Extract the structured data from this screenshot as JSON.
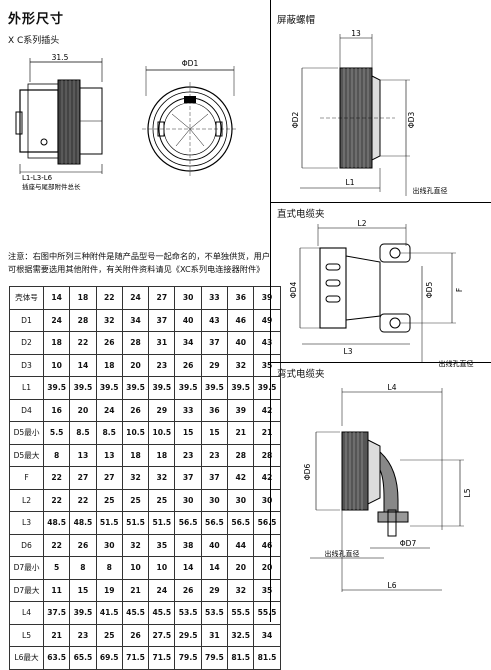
{
  "page_title": "外形尺寸",
  "subtitle": "X C系列插头",
  "front_dims": {
    "width": "31.5",
    "caption_code": "L1-L3-L6",
    "caption_text": "插座与尾部附件总长"
  },
  "round_view": {
    "dia_label": "ΦD1"
  },
  "note_text": "注意：右图中所列三种附件是随产品型号一起命名的，不单独供货，用户可根据需要选用其他附件，有关附件资料请见《XC系列电连接器附件》",
  "table": {
    "header": "壳体号",
    "columns": [
      "14",
      "18",
      "22",
      "24",
      "27",
      "30",
      "33",
      "36",
      "39"
    ],
    "rows": [
      {
        "label": "D1",
        "values": [
          "24",
          "28",
          "32",
          "34",
          "37",
          "40",
          "43",
          "46",
          "49"
        ]
      },
      {
        "label": "D2",
        "values": [
          "18",
          "22",
          "26",
          "28",
          "31",
          "34",
          "37",
          "40",
          "43"
        ]
      },
      {
        "label": "D3",
        "values": [
          "10",
          "14",
          "18",
          "20",
          "23",
          "26",
          "29",
          "32",
          "35"
        ]
      },
      {
        "label": "L1",
        "values": [
          "39.5",
          "39.5",
          "39.5",
          "39.5",
          "39.5",
          "39.5",
          "39.5",
          "39.5",
          "39.5"
        ]
      },
      {
        "label": "D4",
        "values": [
          "16",
          "20",
          "24",
          "26",
          "29",
          "33",
          "36",
          "39",
          "42"
        ]
      },
      {
        "label": "D5最小",
        "values": [
          "5.5",
          "8.5",
          "8.5",
          "10.5",
          "10.5",
          "15",
          "15",
          "21",
          "21"
        ]
      },
      {
        "label": "D5最大",
        "values": [
          "8",
          "13",
          "13",
          "18",
          "18",
          "23",
          "23",
          "28",
          "28"
        ]
      },
      {
        "label": "F",
        "values": [
          "22",
          "27",
          "27",
          "32",
          "32",
          "37",
          "37",
          "42",
          "42"
        ]
      },
      {
        "label": "L2",
        "values": [
          "22",
          "22",
          "25",
          "25",
          "25",
          "30",
          "30",
          "30",
          "30"
        ]
      },
      {
        "label": "L3",
        "values": [
          "48.5",
          "48.5",
          "51.5",
          "51.5",
          "51.5",
          "56.5",
          "56.5",
          "56.5",
          "56.5"
        ]
      },
      {
        "label": "D6",
        "values": [
          "22",
          "26",
          "30",
          "32",
          "35",
          "38",
          "40",
          "44",
          "46"
        ]
      },
      {
        "label": "D7最小",
        "values": [
          "5",
          "8",
          "8",
          "10",
          "10",
          "14",
          "14",
          "20",
          "20"
        ]
      },
      {
        "label": "D7最大",
        "values": [
          "11",
          "15",
          "19",
          "21",
          "24",
          "26",
          "29",
          "32",
          "35"
        ]
      },
      {
        "label": "L4",
        "values": [
          "37.5",
          "39.5",
          "41.5",
          "45.5",
          "45.5",
          "53.5",
          "53.5",
          "55.5",
          "55.5"
        ]
      },
      {
        "label": "L5",
        "values": [
          "21",
          "23",
          "25",
          "26",
          "27.5",
          "29.5",
          "31",
          "32.5",
          "34"
        ]
      },
      {
        "label": "L6最大",
        "values": [
          "63.5",
          "65.5",
          "69.5",
          "71.5",
          "71.5",
          "79.5",
          "79.5",
          "81.5",
          "81.5"
        ]
      }
    ]
  },
  "shield_nut": {
    "title": "屏蔽螺帽",
    "dim_top": "13",
    "d2": "ΦD2",
    "d3": "ΦD3",
    "l1": "L1",
    "outlet": "出线孔直径"
  },
  "straight_clamp": {
    "title": "直式电缆夹",
    "l2": "L2",
    "d4": "ΦD4",
    "d5": "ΦD5",
    "f": "F",
    "l3": "L3",
    "outlet": "出线孔直径"
  },
  "bent_clamp": {
    "title": "弯式电缆夹",
    "l4": "L4",
    "d6": "ΦD6",
    "l5": "L5",
    "d7": "ΦD7",
    "outlet": "出线孔直径",
    "l6": "L6"
  }
}
